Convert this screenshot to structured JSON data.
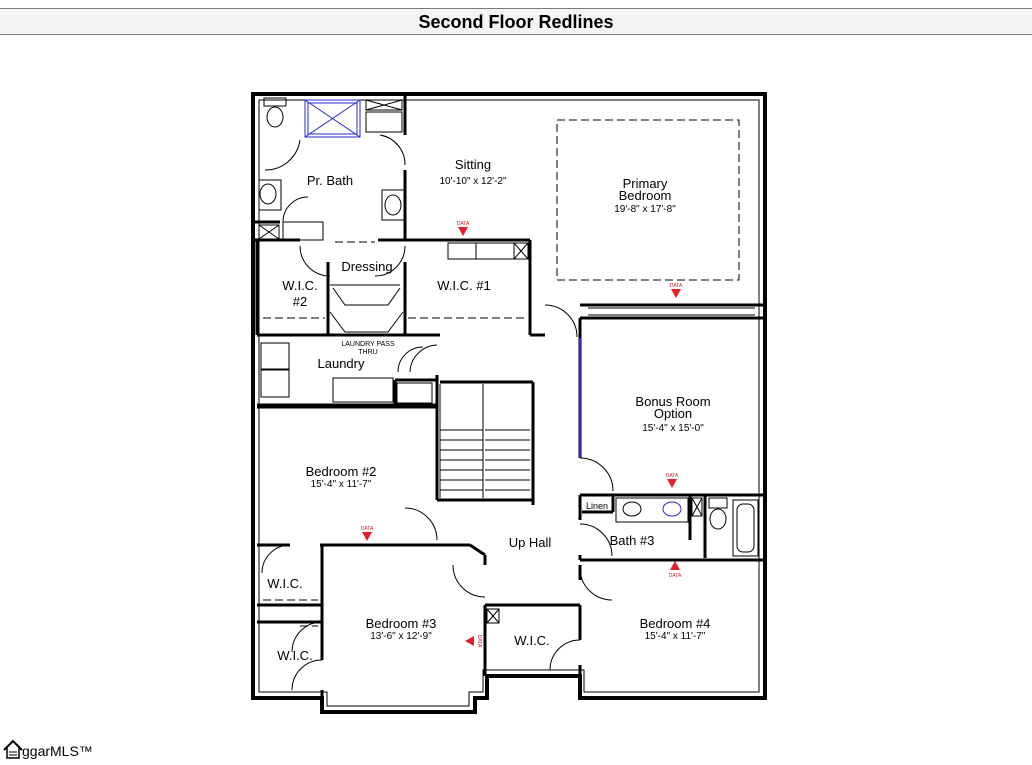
{
  "header": {
    "title": "Second Floor Redlines"
  },
  "rooms": {
    "pr_bath": "Pr. Bath",
    "sitting": "Sitting",
    "sitting_dim": "10'-10\" x 12'-2\"",
    "primary_1": "Primary",
    "primary_2": "Bedroom",
    "primary_dim": "19'-8\" x 17'-8\"",
    "dressing": "Dressing",
    "wic2_1": "W.I.C.",
    "wic2_2": "#2",
    "wic1": "W.I.C. #1",
    "laundry_pass_1": "LAUNDRY PASS",
    "laundry_pass_2": "THRU",
    "laundry": "Laundry",
    "bonus_1": "Bonus Room",
    "bonus_2": "Option",
    "bonus_dim": "15'-4\" x 15'-0\"",
    "bed2": "Bedroom #2",
    "bed2_dim": "15'-4\" x 11'-7\"",
    "linen": "Linen",
    "bath3": "Bath #3",
    "up_hall": "Up Hall",
    "wic_a": "W.I.C.",
    "wic_b": "W.I.C.",
    "wic_c": "W.I.C.",
    "bed3": "Bedroom #3",
    "bed3_dim": "13'-6\" x 12'-9\"",
    "bed4": "Bedroom #4",
    "bed4_dim": "15'-4\" x 11'-7\""
  },
  "markers": {
    "data_label": "DATA"
  },
  "footer": {
    "logo_text": "ggarMLS™"
  },
  "colors": {
    "wall": "#000000",
    "marker": "#e0202a",
    "fixture_blue": "#2a2ad0"
  }
}
